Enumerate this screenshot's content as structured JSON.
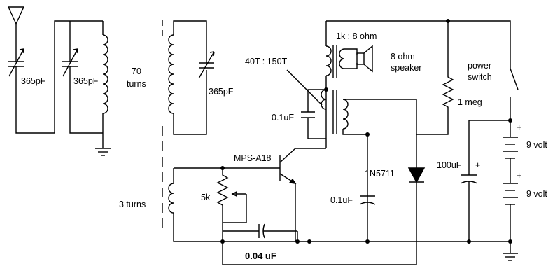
{
  "labels": {
    "c1": "365pF",
    "c2": "365pF",
    "c3": "365pF",
    "turns70": "70",
    "turns_word": "turns",
    "turns3": "3  turns",
    "xfmr_ratio": "40T : 150T",
    "audio_xfmr": "1k : 8 ohm",
    "speaker_line1": "8 ohm",
    "speaker_line2": "speaker",
    "power_line1": "power",
    "power_line2": "switch",
    "meg": "1 meg",
    "c_01a": "0.1uF",
    "c_01b": "0.1uF",
    "transistor": "MPS-A18",
    "diode": "1N5711",
    "pot": "5k",
    "c_100": "100uF",
    "c_004": "0.04 uF",
    "bat1": "9 volt",
    "bat2": "9 volt",
    "plus": "+"
  }
}
